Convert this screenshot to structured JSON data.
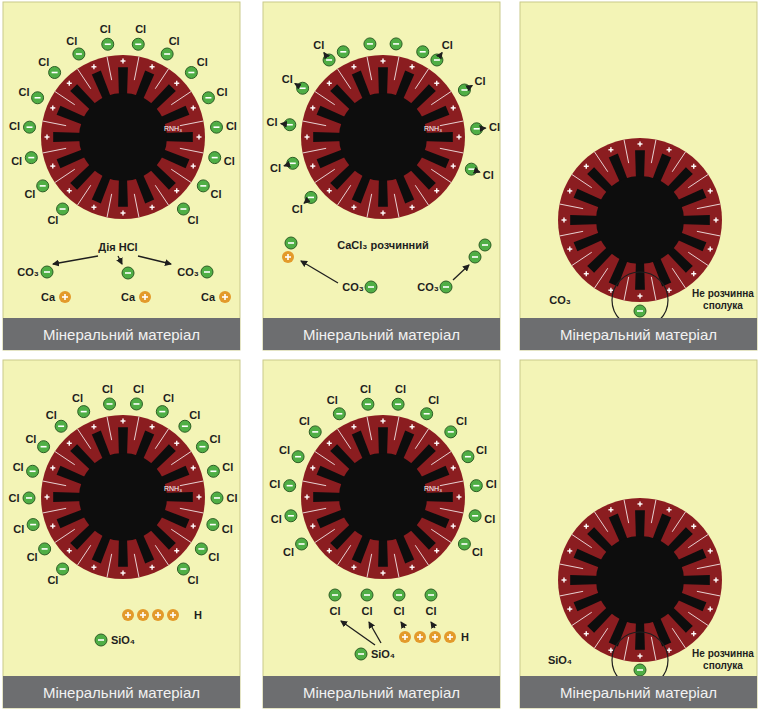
{
  "diagram": {
    "nodes": [
      {
        "text": [
          "Мінеральний матеріал"
        ]
      },
      {
        "text": [
          "Мінеральний матеріал"
        ]
      },
      {
        "text": [
          "Мінеральний матеріал"
        ]
      },
      {
        "text": [
          "Мінеральний матеріал"
        ]
      },
      {
        "text": [
          "Мінеральний матеріал"
        ]
      },
      {
        "text": [
          "Мінеральний матеріал"
        ]
      }
    ],
    "labels": [
      "Cl",
      "Cl",
      "Cl",
      "Cl",
      "Cl",
      "Cl",
      "Cl",
      "Cl",
      "Cl",
      "Cl",
      "Cl",
      "Cl",
      "Cl",
      "Cl",
      "Cl",
      "Cl",
      "RNH₃",
      "Дія HCl",
      "CO₃",
      "Ca",
      "Ca",
      "CO₃",
      "Ca",
      "Cl",
      "Cl",
      "Cl",
      "Cl",
      "Cl",
      "Cl",
      "Cl",
      "Cl",
      "Cl",
      "RNH₃",
      "CaCl₃ розчинний",
      "CO₃",
      "CO₃",
      "CO₃",
      "Не розчинна сполука",
      "Cl",
      "Cl",
      "Cl",
      "Cl",
      "Cl",
      "Cl",
      "Cl",
      "Cl",
      "Cl",
      "Cl",
      "Cl",
      "Cl",
      "Cl",
      "Cl",
      "Cl",
      "Cl",
      "Cl",
      "Cl",
      "RNH₃",
      "H",
      "SiO₄",
      "Cl",
      "Cl",
      "Cl",
      "Cl",
      "Cl",
      "Cl",
      "Cl",
      "Cl",
      "Cl",
      "Cl",
      "Cl",
      "Cl",
      "Cl",
      "Cl",
      "Cl",
      "Cl",
      "Cl",
      "Cl",
      "RNH₃",
      "H",
      "SiO₄",
      "SiO₄",
      "Не розчинна сполука"
    ]
  }
}
